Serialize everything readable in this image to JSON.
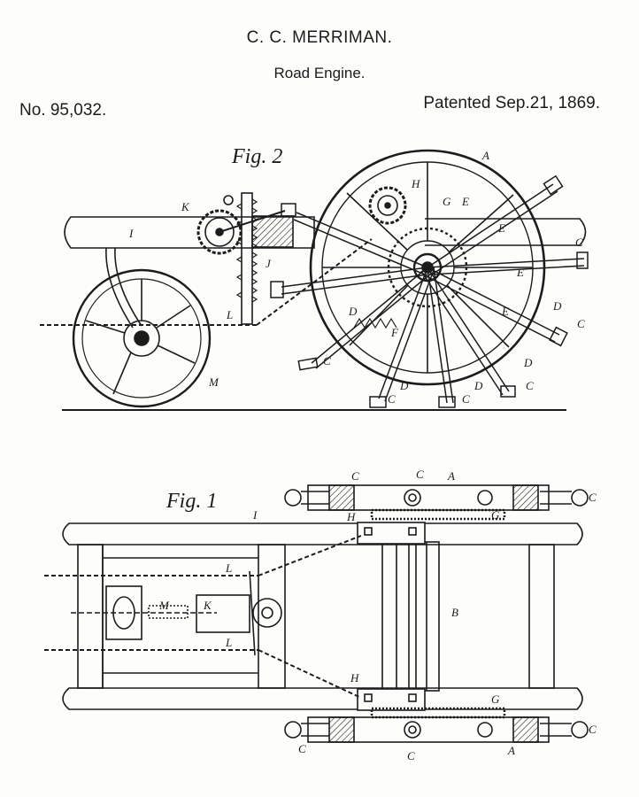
{
  "header": {
    "inventor": "C. C. MERRIMAN.",
    "title": "Road Engine.",
    "patent_number": "No. 95,032.",
    "patent_date": "Patented Sep.21, 1869."
  },
  "figures": {
    "fig2_label": "Fig. 2",
    "fig1_label": "Fig. 1"
  },
  "labels": {
    "A": "A",
    "B": "B",
    "C": "C",
    "D": "D",
    "E": "E",
    "F": "F",
    "G": "G",
    "H": "H",
    "I": "I",
    "J": "J",
    "K": "K",
    "L": "L",
    "M": "M"
  }
}
